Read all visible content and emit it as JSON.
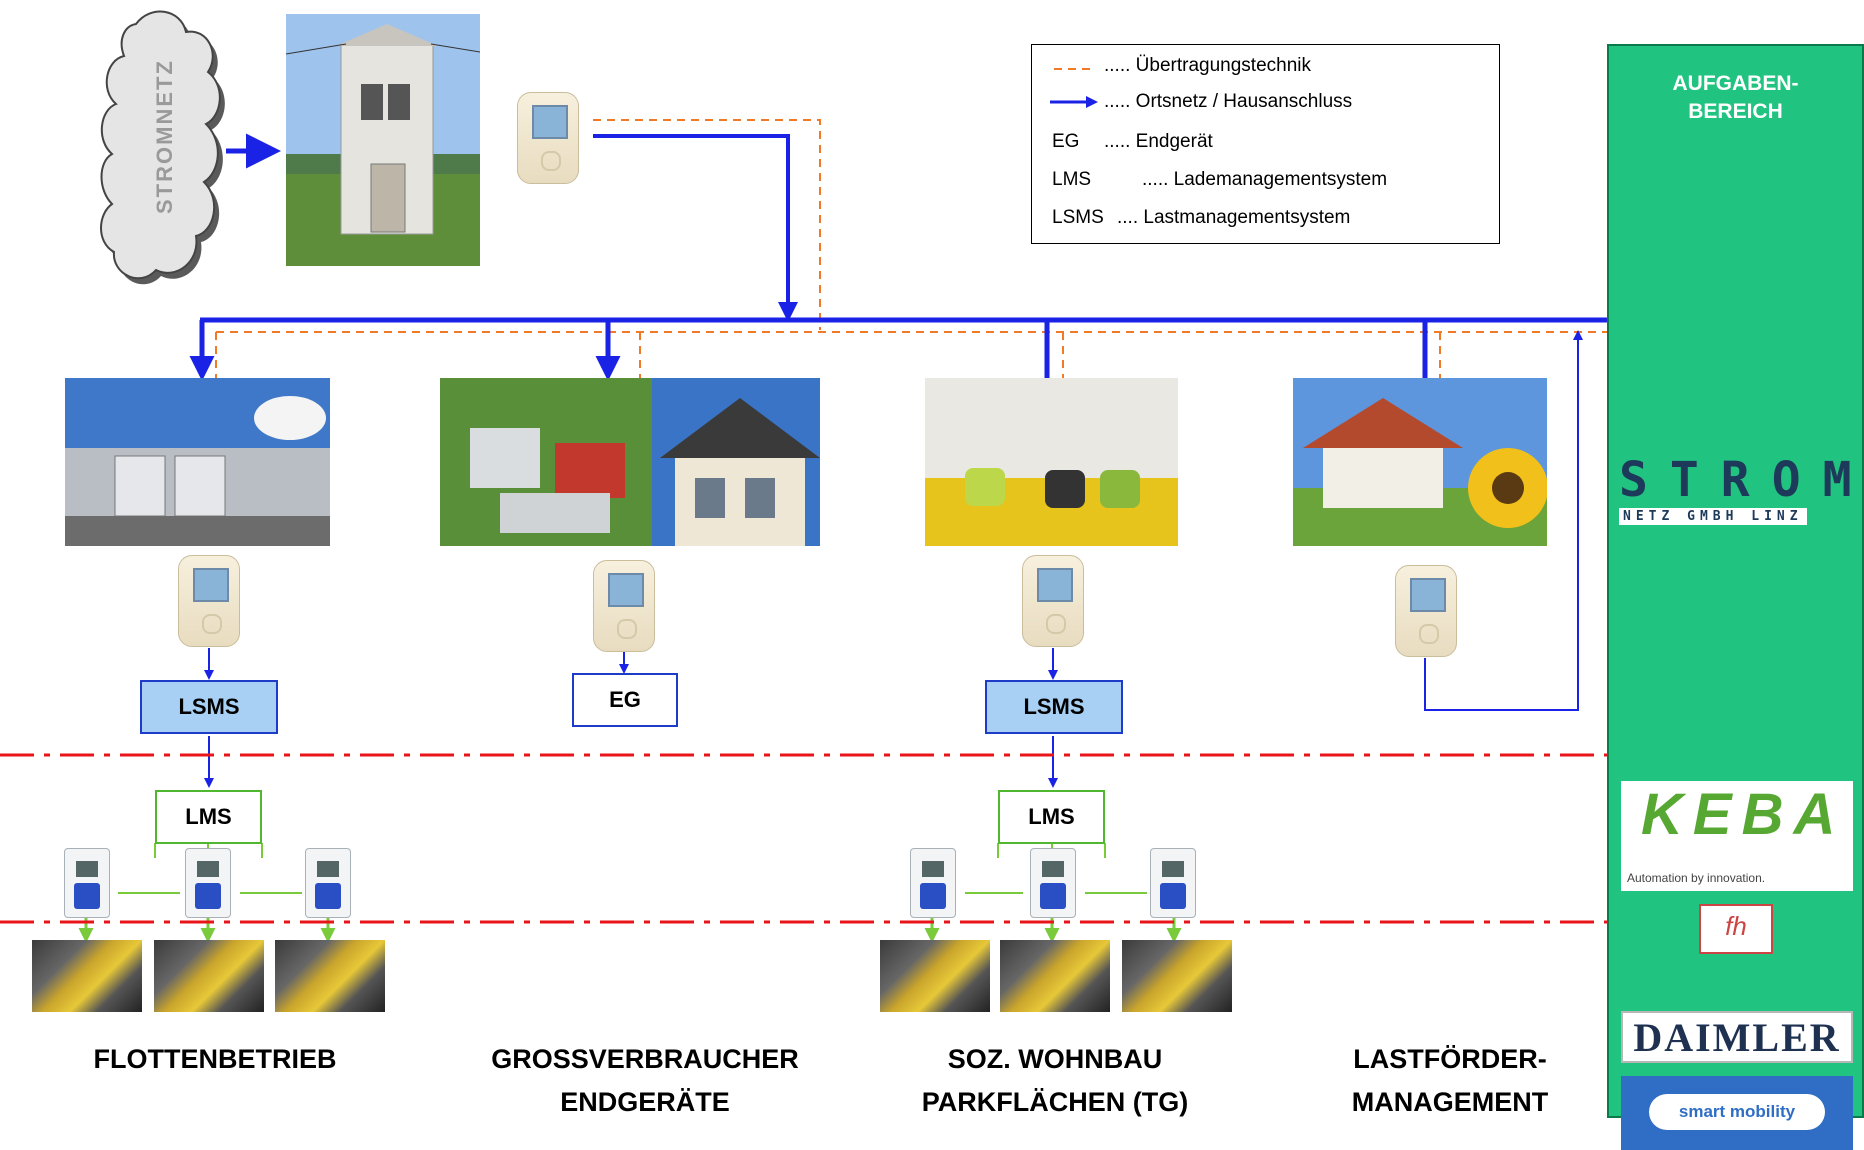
{
  "cloud": {
    "label": "STROMNETZ"
  },
  "legend": {
    "rows": [
      {
        "symbol": "dashed-orange-line",
        "text": "..... Übertragungstechnik"
      },
      {
        "symbol": "blue-arrow",
        "text": "..... Ortsnetz / Hausanschluss"
      },
      {
        "symbol": "text",
        "abbr": "EG",
        "text": "..... Endgerät"
      },
      {
        "symbol": "text",
        "abbr": "LMS",
        "text": "..... Lademanagementsystem"
      },
      {
        "symbol": "text",
        "abbr": "LSMS",
        "text": ".... Lastmanagementsystem"
      }
    ]
  },
  "sidebar": {
    "title_line1": "AUFGABEN-",
    "title_line2": "BEREICH",
    "strom_logo": {
      "big": "STROM",
      "small": "NETZ GMBH LINZ"
    },
    "keba_logo": {
      "name": "KEBA",
      "slogan": "Automation by innovation."
    },
    "fh_logo": {
      "name": "fh"
    },
    "daimler_logo": {
      "name": "DAIMLER"
    },
    "smart_logo": {
      "name": "smart mobility"
    }
  },
  "boxes": {
    "lsms1": "LSMS",
    "eg": "EG",
    "lsms2": "LSMS",
    "lms1": "LMS",
    "lms2": "LMS"
  },
  "captions": {
    "flotten": "FLOTTENBETRIEB",
    "gross_line1": "GROSSVERBRAUCHER",
    "gross_line2": "ENDGERÄTE",
    "soz_line1": "SOZ. WOHNBAU",
    "soz_line2": "PARKFLÄCHEN (TG)",
    "last_line1": "LASTFÖRDER-",
    "last_line2": "MANAGEMENT"
  },
  "colors": {
    "blue_line": "#1a22e6",
    "orange_dash": "#f07a28",
    "red_dashdot": "#e8141a",
    "green_line": "#7acb3c",
    "sidebar": "#21c381"
  }
}
